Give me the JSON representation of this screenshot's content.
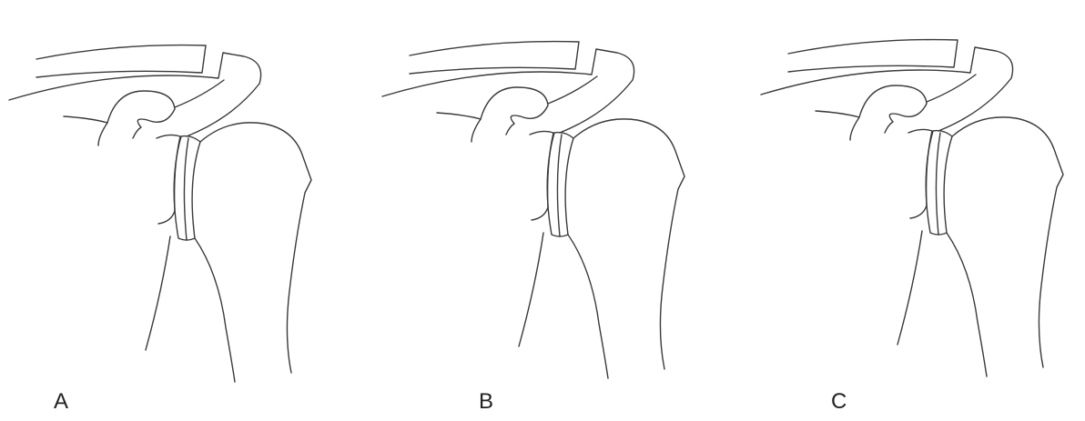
{
  "panels": [
    {
      "label": "A"
    },
    {
      "label": "B"
    },
    {
      "label": "C"
    }
  ],
  "style": {
    "line_color": "#3a3a3a",
    "background": "#ffffff"
  }
}
